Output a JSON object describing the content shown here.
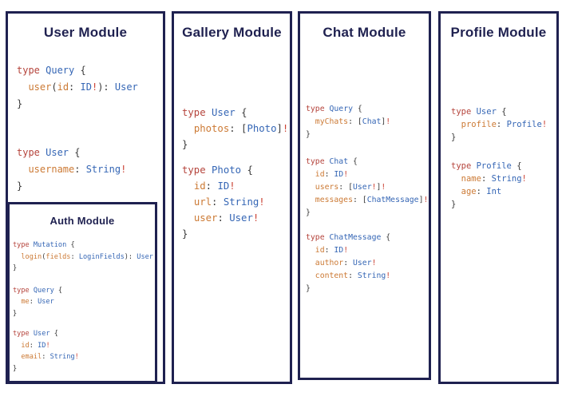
{
  "theme": {
    "border": "#1f2150",
    "title": "#1f2150",
    "kw": "#b5443c",
    "ty": "#3566b5",
    "fld": "#cc7a35",
    "pn": "#3a3a3a",
    "bang": "#cb4335"
  },
  "modules": [
    {
      "id": "user",
      "title": "User Module",
      "blocks": [
        [
          [
            [
              "kw",
              "type "
            ],
            [
              "ty",
              "Query "
            ],
            [
              "pn",
              "{"
            ]
          ],
          [
            [
              "pn",
              "  "
            ],
            [
              "fld",
              "user"
            ],
            [
              "pn",
              "("
            ],
            [
              "fld",
              "id"
            ],
            [
              "pn",
              ": "
            ],
            [
              "ty",
              "ID"
            ],
            [
              "bang",
              "!"
            ],
            [
              "pn",
              "): "
            ],
            [
              "ty",
              "User"
            ]
          ],
          [
            [
              "pn",
              "}"
            ]
          ]
        ],
        [
          [
            [
              "kw",
              "type "
            ],
            [
              "ty",
              "User "
            ],
            [
              "pn",
              "{"
            ]
          ],
          [
            [
              "pn",
              "  "
            ],
            [
              "fld",
              "username"
            ],
            [
              "pn",
              ": "
            ],
            [
              "ty",
              "String"
            ],
            [
              "bang",
              "!"
            ]
          ],
          [
            [
              "pn",
              "}"
            ]
          ]
        ]
      ]
    },
    {
      "id": "gallery",
      "title": "Gallery Module",
      "blocks": [
        [
          [
            [
              "kw",
              "type "
            ],
            [
              "ty",
              "User "
            ],
            [
              "pn",
              "{"
            ]
          ],
          [
            [
              "pn",
              "  "
            ],
            [
              "fld",
              "photos"
            ],
            [
              "pn",
              ": ["
            ],
            [
              "ty",
              "Photo"
            ],
            [
              "pn",
              "]"
            ],
            [
              "bang",
              "!"
            ]
          ],
          [
            [
              "pn",
              "}"
            ]
          ]
        ],
        [
          [
            [
              "kw",
              "type "
            ],
            [
              "ty",
              "Photo "
            ],
            [
              "pn",
              "{"
            ]
          ],
          [
            [
              "pn",
              "  "
            ],
            [
              "fld",
              "id"
            ],
            [
              "pn",
              ": "
            ],
            [
              "ty",
              "ID"
            ],
            [
              "bang",
              "!"
            ]
          ],
          [
            [
              "pn",
              "  "
            ],
            [
              "fld",
              "url"
            ],
            [
              "pn",
              ": "
            ],
            [
              "ty",
              "String"
            ],
            [
              "bang",
              "!"
            ]
          ],
          [
            [
              "pn",
              "  "
            ],
            [
              "fld",
              "user"
            ],
            [
              "pn",
              ": "
            ],
            [
              "ty",
              "User"
            ],
            [
              "bang",
              "!"
            ]
          ],
          [
            [
              "pn",
              "}"
            ]
          ]
        ]
      ]
    },
    {
      "id": "chat",
      "title": "Chat Module",
      "blocks": [
        [
          [
            [
              "kw",
              "type "
            ],
            [
              "ty",
              "Query "
            ],
            [
              "pn",
              "{"
            ]
          ],
          [
            [
              "pn",
              "  "
            ],
            [
              "fld",
              "myChats"
            ],
            [
              "pn",
              ": ["
            ],
            [
              "ty",
              "Chat"
            ],
            [
              "pn",
              "]"
            ],
            [
              "bang",
              "!"
            ]
          ],
          [
            [
              "pn",
              "}"
            ]
          ]
        ],
        [
          [
            [
              "kw",
              "type "
            ],
            [
              "ty",
              "Chat "
            ],
            [
              "pn",
              "{"
            ]
          ],
          [
            [
              "pn",
              "  "
            ],
            [
              "fld",
              "id"
            ],
            [
              "pn",
              ": "
            ],
            [
              "ty",
              "ID"
            ],
            [
              "bang",
              "!"
            ]
          ],
          [
            [
              "pn",
              "  "
            ],
            [
              "fld",
              "users"
            ],
            [
              "pn",
              ": ["
            ],
            [
              "ty",
              "User"
            ],
            [
              "bang",
              "!"
            ],
            [
              "pn",
              "]"
            ],
            [
              "bang",
              "!"
            ]
          ],
          [
            [
              "pn",
              "  "
            ],
            [
              "fld",
              "messages"
            ],
            [
              "pn",
              ": ["
            ],
            [
              "ty",
              "ChatMessage"
            ],
            [
              "pn",
              "]"
            ],
            [
              "bang",
              "!"
            ]
          ],
          [
            [
              "pn",
              "}"
            ]
          ]
        ],
        [
          [
            [
              "kw",
              "type "
            ],
            [
              "ty",
              "ChatMessage "
            ],
            [
              "pn",
              "{"
            ]
          ],
          [
            [
              "pn",
              "  "
            ],
            [
              "fld",
              "id"
            ],
            [
              "pn",
              ": "
            ],
            [
              "ty",
              "ID"
            ],
            [
              "bang",
              "!"
            ]
          ],
          [
            [
              "pn",
              "  "
            ],
            [
              "fld",
              "author"
            ],
            [
              "pn",
              ": "
            ],
            [
              "ty",
              "User"
            ],
            [
              "bang",
              "!"
            ]
          ],
          [
            [
              "pn",
              "  "
            ],
            [
              "fld",
              "content"
            ],
            [
              "pn",
              ": "
            ],
            [
              "ty",
              "String"
            ],
            [
              "bang",
              "!"
            ]
          ],
          [
            [
              "pn",
              "}"
            ]
          ]
        ]
      ]
    },
    {
      "id": "profile",
      "title": "Profile Module",
      "blocks": [
        [
          [
            [
              "kw",
              "type "
            ],
            [
              "ty",
              "User "
            ],
            [
              "pn",
              "{"
            ]
          ],
          [
            [
              "pn",
              "  "
            ],
            [
              "fld",
              "profile"
            ],
            [
              "pn",
              ": "
            ],
            [
              "ty",
              "Profile"
            ],
            [
              "bang",
              "!"
            ]
          ],
          [
            [
              "pn",
              "}"
            ]
          ]
        ],
        [
          [
            [
              "kw",
              "type "
            ],
            [
              "ty",
              "Profile "
            ],
            [
              "pn",
              "{"
            ]
          ],
          [
            [
              "pn",
              "  "
            ],
            [
              "fld",
              "name"
            ],
            [
              "pn",
              ": "
            ],
            [
              "ty",
              "String"
            ],
            [
              "bang",
              "!"
            ]
          ],
          [
            [
              "pn",
              "  "
            ],
            [
              "fld",
              "age"
            ],
            [
              "pn",
              ": "
            ],
            [
              "ty",
              "Int"
            ]
          ],
          [
            [
              "pn",
              "}"
            ]
          ]
        ]
      ]
    },
    {
      "id": "auth",
      "title": "Auth Module",
      "blocks": [
        [
          [
            [
              "kw",
              "type "
            ],
            [
              "ty",
              "Mutation "
            ],
            [
              "pn",
              "{"
            ]
          ],
          [
            [
              "pn",
              "  "
            ],
            [
              "fld",
              "login"
            ],
            [
              "pn",
              "("
            ],
            [
              "fld",
              "fields"
            ],
            [
              "pn",
              ": "
            ],
            [
              "ty",
              "LoginFields"
            ],
            [
              "pn",
              "): "
            ],
            [
              "ty",
              "User"
            ]
          ],
          [
            [
              "pn",
              "}"
            ]
          ]
        ],
        [
          [
            [
              "kw",
              "type "
            ],
            [
              "ty",
              "Query "
            ],
            [
              "pn",
              "{"
            ]
          ],
          [
            [
              "pn",
              "  "
            ],
            [
              "fld",
              "me"
            ],
            [
              "pn",
              ": "
            ],
            [
              "ty",
              "User"
            ]
          ],
          [
            [
              "pn",
              "}"
            ]
          ]
        ],
        [
          [
            [
              "kw",
              "type "
            ],
            [
              "ty",
              "User "
            ],
            [
              "pn",
              "{"
            ]
          ],
          [
            [
              "pn",
              "  "
            ],
            [
              "fld",
              "id"
            ],
            [
              "pn",
              ": "
            ],
            [
              "ty",
              "ID"
            ],
            [
              "bang",
              "!"
            ]
          ],
          [
            [
              "pn",
              "  "
            ],
            [
              "fld",
              "email"
            ],
            [
              "pn",
              ": "
            ],
            [
              "ty",
              "String"
            ],
            [
              "bang",
              "!"
            ]
          ],
          [
            [
              "pn",
              "}"
            ]
          ]
        ]
      ]
    }
  ]
}
